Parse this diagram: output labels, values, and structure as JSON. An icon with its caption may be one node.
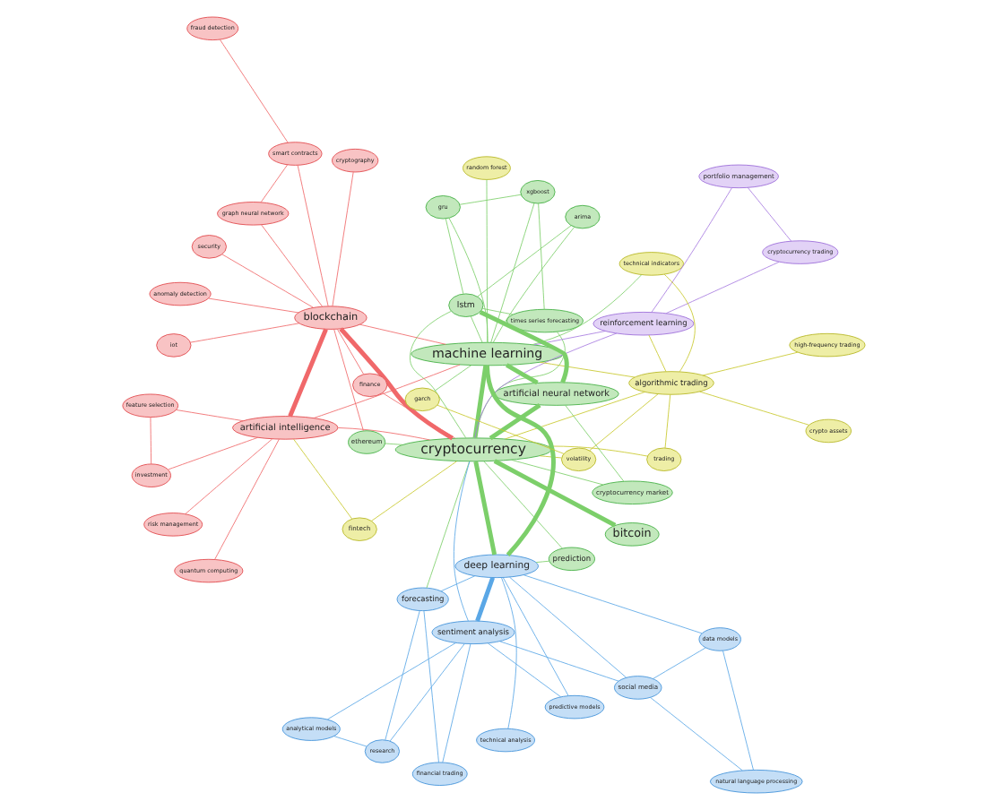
{
  "diagram": {
    "nodes": [
      {
        "text": [
          "cryptocurrency"
        ]
      },
      {
        "text": [
          "bitcoin"
        ]
      },
      {
        "text": [
          "machine learning"
        ]
      },
      {
        "text": [
          "deep learning"
        ]
      },
      {
        "text": [
          "artificial neural network"
        ]
      },
      {
        "text": [
          "lstm"
        ]
      },
      {
        "text": [
          "blockchain"
        ]
      },
      {
        "text": [
          "artificial intelligence"
        ]
      },
      {
        "text": [
          "forecasting"
        ]
      },
      {
        "text": [
          "prediction"
        ]
      },
      {
        "text": [
          "sentiment analysis"
        ]
      },
      {
        "text": [
          "social media"
        ]
      },
      {
        "text": [
          "data models"
        ]
      },
      {
        "text": [
          "natural language processing"
        ]
      },
      {
        "text": [
          "analytical models"
        ]
      },
      {
        "text": [
          "predictive models"
        ]
      },
      {
        "text": [
          "financial trading"
        ]
      },
      {
        "text": [
          "research"
        ]
      },
      {
        "text": [
          "investment"
        ]
      },
      {
        "text": [
          "feature selection"
        ]
      },
      {
        "text": [
          "graph neural network"
        ]
      },
      {
        "text": [
          "anomaly detection"
        ]
      },
      {
        "text": [
          "smart contracts"
        ]
      },
      {
        "text": [
          "fraud detection"
        ]
      },
      {
        "text": [
          "finance"
        ]
      },
      {
        "text": [
          "iot"
        ]
      },
      {
        "text": [
          "cryptography"
        ]
      },
      {
        "text": [
          "security"
        ]
      },
      {
        "text": [
          "quantum computing"
        ]
      },
      {
        "text": [
          "ethereum"
        ]
      },
      {
        "text": [
          "times series forecasting"
        ]
      },
      {
        "text": [
          "cryptocurrency market"
        ]
      },
      {
        "text": [
          "technical analysis"
        ]
      },
      {
        "text": [
          "gru"
        ]
      },
      {
        "text": [
          "xgboost"
        ]
      },
      {
        "text": [
          "arima"
        ]
      },
      {
        "text": [
          "technical indicators"
        ]
      },
      {
        "text": [
          "trading"
        ]
      },
      {
        "text": [
          "risk management"
        ]
      },
      {
        "text": [
          "fintech"
        ]
      },
      {
        "text": [
          "random forest"
        ]
      },
      {
        "text": [
          "reinforcement learning"
        ]
      },
      {
        "text": [
          "portfolio management"
        ]
      },
      {
        "text": [
          "cryptocurrency trading"
        ]
      },
      {
        "text": [
          "algorithmic trading"
        ]
      },
      {
        "text": [
          "garch"
        ]
      },
      {
        "text": [
          "volatility"
        ]
      },
      {
        "text": [
          "crypto assets"
        ]
      },
      {
        "text": [
          "high-frequency trading"
        ]
      }
    ],
    "edges": [
      {
        "from": 0,
        "to": 2,
        "arrow": "none",
        "style": "thick"
      },
      {
        "from": 0,
        "to": 1,
        "arrow": "none",
        "style": "thick"
      },
      {
        "from": 0,
        "to": 3,
        "arrow": "none",
        "style": "thick"
      },
      {
        "from": 0,
        "to": 4,
        "arrow": "none",
        "style": "thick"
      },
      {
        "from": 0,
        "to": 5,
        "arrow": "none"
      },
      {
        "from": 0,
        "to": 6,
        "arrow": "none",
        "style": "thick",
        "color": "#f0686a"
      },
      {
        "from": 0,
        "to": 7,
        "arrow": "none",
        "color": "#f0686a"
      },
      {
        "from": 0,
        "to": 8,
        "arrow": "none"
      },
      {
        "from": 0,
        "to": 9,
        "arrow": "none"
      },
      {
        "from": 0,
        "to": 29,
        "arrow": "none"
      },
      {
        "from": 0,
        "to": 31,
        "arrow": "none"
      },
      {
        "from": 0,
        "to": 30,
        "arrow": "none"
      },
      {
        "from": 0,
        "to": 37,
        "arrow": "none",
        "color": "#c8c82c"
      },
      {
        "from": 0,
        "to": 41,
        "arrow": "none",
        "color": "#a87de0"
      },
      {
        "from": 0,
        "to": 44,
        "arrow": "none",
        "color": "#c8c82c"
      },
      {
        "from": 0,
        "to": 10,
        "arrow": "none",
        "color": "#5aa7e6"
      },
      {
        "from": 0,
        "to": 24,
        "arrow": "none",
        "color": "#f0686a"
      },
      {
        "from": 0,
        "to": 39,
        "arrow": "none",
        "color": "#c8c82c"
      },
      {
        "from": 0,
        "to": 46,
        "arrow": "none",
        "color": "#c8c82c"
      },
      {
        "from": 2,
        "to": 3,
        "arrow": "none",
        "style": "thick"
      },
      {
        "from": 2,
        "to": 4,
        "arrow": "none",
        "style": "thick"
      },
      {
        "from": 2,
        "to": 5,
        "arrow": "none"
      },
      {
        "from": 2,
        "to": 7,
        "arrow": "none",
        "color": "#f0686a"
      },
      {
        "from": 2,
        "to": 6,
        "arrow": "none",
        "color": "#f0686a"
      },
      {
        "from": 2,
        "to": 41,
        "arrow": "none",
        "color": "#a87de0"
      },
      {
        "from": 2,
        "to": 44,
        "arrow": "none",
        "color": "#c8c82c"
      },
      {
        "from": 2,
        "to": 33,
        "arrow": "none"
      },
      {
        "from": 2,
        "to": 35,
        "arrow": "none"
      },
      {
        "from": 2,
        "to": 34,
        "arrow": "none"
      },
      {
        "from": 2,
        "to": 40,
        "arrow": "none"
      },
      {
        "from": 2,
        "to": 36,
        "arrow": "none"
      },
      {
        "from": 2,
        "to": 45,
        "arrow": "none"
      },
      {
        "from": 3,
        "to": 10,
        "arrow": "none",
        "color": "#5aa7e6",
        "style": "thick"
      },
      {
        "from": 3,
        "to": 8,
        "arrow": "none",
        "color": "#5aa7e6"
      },
      {
        "from": 3,
        "to": 11,
        "arrow": "none",
        "color": "#5aa7e6"
      },
      {
        "from": 3,
        "to": 12,
        "arrow": "none",
        "color": "#5aa7e6"
      },
      {
        "from": 3,
        "to": 15,
        "arrow": "none",
        "color": "#5aa7e6"
      },
      {
        "from": 3,
        "to": 9,
        "arrow": "none"
      },
      {
        "from": 10,
        "to": 11,
        "arrow": "none",
        "color": "#5aa7e6"
      },
      {
        "from": 10,
        "to": 15,
        "arrow": "none",
        "color": "#5aa7e6"
      },
      {
        "from": 10,
        "to": 16,
        "arrow": "none",
        "color": "#5aa7e6"
      },
      {
        "from": 10,
        "to": 17,
        "arrow": "none",
        "color": "#5aa7e6"
      },
      {
        "from": 10,
        "to": 14,
        "arrow": "none",
        "color": "#5aa7e6"
      },
      {
        "from": 11,
        "to": 12,
        "arrow": "none",
        "color": "#5aa7e6"
      },
      {
        "from": 11,
        "to": 13,
        "arrow": "none",
        "color": "#5aa7e6"
      },
      {
        "from": 12,
        "to": 13,
        "arrow": "none",
        "color": "#5aa7e6"
      },
      {
        "from": 8,
        "to": 16,
        "arrow": "none",
        "color": "#5aa7e6"
      },
      {
        "from": 8,
        "to": 17,
        "arrow": "none",
        "color": "#5aa7e6"
      },
      {
        "from": 14,
        "to": 17,
        "arrow": "none",
        "color": "#5aa7e6"
      },
      {
        "from": 32,
        "to": 3,
        "arrow": "none",
        "color": "#5aa7e6"
      },
      {
        "from": 6,
        "to": 7,
        "arrow": "none",
        "color": "#f0686a",
        "style": "thick"
      },
      {
        "from": 6,
        "to": 24,
        "arrow": "none",
        "color": "#f0686a"
      },
      {
        "from": 6,
        "to": 22,
        "arrow": "none",
        "color": "#f0686a"
      },
      {
        "from": 6,
        "to": 21,
        "arrow": "none",
        "color": "#f0686a"
      },
      {
        "from": 6,
        "to": 20,
        "arrow": "none",
        "color": "#f0686a"
      },
      {
        "from": 6,
        "to": 25,
        "arrow": "none",
        "color": "#f0686a"
      },
      {
        "from": 6,
        "to": 26,
        "arrow": "none",
        "color": "#f0686a"
      },
      {
        "from": 6,
        "to": 27,
        "arrow": "none",
        "color": "#f0686a"
      },
      {
        "from": 6,
        "to": 29,
        "arrow": "none",
        "color": "#f0686a"
      },
      {
        "from": 7,
        "to": 28,
        "arrow": "none",
        "color": "#f0686a"
      },
      {
        "from": 7,
        "to": 38,
        "arrow": "none",
        "color": "#f0686a"
      },
      {
        "from": 7,
        "to": 19,
        "arrow": "none",
        "color": "#f0686a"
      },
      {
        "from": 7,
        "to": 18,
        "arrow": "none",
        "color": "#f0686a"
      },
      {
        "from": 22,
        "to": 23,
        "arrow": "none",
        "color": "#f0686a"
      },
      {
        "from": 20,
        "to": 22,
        "arrow": "none",
        "color": "#f0686a"
      },
      {
        "from": 19,
        "to": 18,
        "arrow": "none",
        "color": "#f0686a"
      },
      {
        "from": 41,
        "to": 42,
        "arrow": "none",
        "color": "#a87de0"
      },
      {
        "from": 41,
        "to": 43,
        "arrow": "none",
        "color": "#a87de0"
      },
      {
        "from": 41,
        "to": 44,
        "arrow": "none",
        "color": "#c8c82c"
      },
      {
        "from": 42,
        "to": 43,
        "arrow": "none",
        "color": "#a87de0"
      },
      {
        "from": 44,
        "to": 37,
        "arrow": "none",
        "color": "#c8c82c"
      },
      {
        "from": 44,
        "to": 46,
        "arrow": "none",
        "color": "#c8c82c"
      },
      {
        "from": 44,
        "to": 47,
        "arrow": "none",
        "color": "#c8c82c"
      },
      {
        "from": 44,
        "to": 48,
        "arrow": "none",
        "color": "#c8c82c"
      },
      {
        "from": 44,
        "to": 36,
        "arrow": "none",
        "color": "#c8c82c"
      },
      {
        "from": 39,
        "to": 7,
        "arrow": "none",
        "color": "#c8c82c"
      },
      {
        "from": 45,
        "to": 46,
        "arrow": "none",
        "color": "#c8c82c"
      },
      {
        "from": 4,
        "to": 5,
        "arrow": "none",
        "style": "thick"
      },
      {
        "from": 5,
        "to": 33,
        "arrow": "none"
      },
      {
        "from": 5,
        "to": 30,
        "arrow": "none"
      },
      {
        "from": 5,
        "to": 35,
        "arrow": "none"
      },
      {
        "from": 4,
        "to": 31,
        "arrow": "none"
      },
      {
        "from": 30,
        "to": 34,
        "arrow": "none"
      },
      {
        "from": 33,
        "to": 34,
        "arrow": "none"
      }
    ]
  }
}
